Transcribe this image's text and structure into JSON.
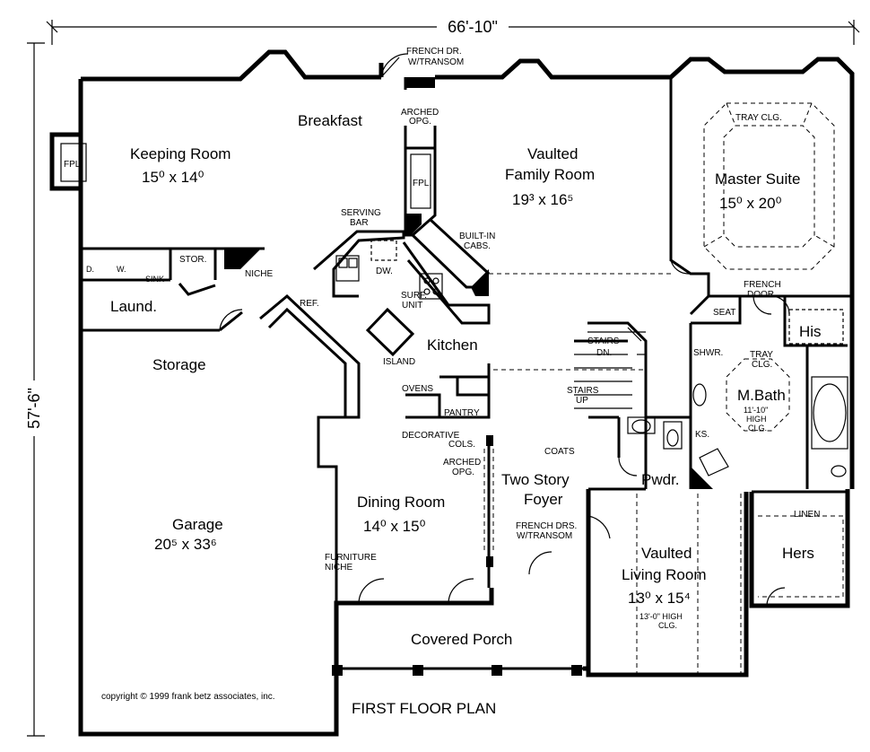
{
  "dimensions": {
    "width_label": "66'-10\"",
    "depth_label": "57'-6\""
  },
  "rooms": {
    "breakfast": "Breakfast",
    "keeping_room": "Keeping Room",
    "keeping_room_size": "15⁰ x 14⁰",
    "family_room_1": "Vaulted",
    "family_room_2": "Family Room",
    "family_room_size": "19³ x 16⁵",
    "master_suite": "Master Suite",
    "master_suite_size": "15⁰ x 20⁰",
    "laundry": "Laund.",
    "kitchen": "Kitchen",
    "storage": "Storage",
    "his": "His",
    "mbath": "M.Bath",
    "dining_room": "Dining Room",
    "dining_room_size": "14⁰ x 15⁰",
    "foyer_1": "Two Story",
    "foyer_2": "Foyer",
    "pwdr": "Pwdr.",
    "garage": "Garage",
    "garage_size": "20⁵ x 33⁶",
    "living_1": "Vaulted",
    "living_2": "Living Room",
    "living_size": "13⁰ x 15⁴",
    "hers": "Hers",
    "porch": "Covered Porch"
  },
  "notes": {
    "french_dr_1": "FRENCH DR.",
    "french_dr_2": "W/TRANSOM",
    "arched_1": "ARCHED",
    "arched_2": "OPG.",
    "tray_clg": "TRAY CLG.",
    "fpl": "FPL.",
    "fpl2": "FPL.",
    "serving_1": "SERVING",
    "serving_2": "BAR",
    "builtin_1": "BUILT-IN",
    "builtin_2": "CABS.",
    "dw": "DW.",
    "d": "D.",
    "w": "W.",
    "sink": "SINK",
    "stor": "STOR.",
    "niche": "NICHE",
    "surf_1": "SURF.",
    "surf_2": "UNIT",
    "ref": "REF.",
    "french_door_1": "FRENCH",
    "french_door_2": "DOOR",
    "seat": "SEAT",
    "island": "ISLAND",
    "stairs_dn_1": "STAIRS",
    "stairs_dn_2": "DN.",
    "shwr": "SHWR.",
    "tray_1": "TRAY",
    "tray_2": "CLG.",
    "stairs_up_1": "STAIRS",
    "stairs_up_2": "UP",
    "mbath_1": "11'-10\"",
    "mbath_2": "HIGH",
    "mbath_3": "CLG.",
    "ovens": "OVENS",
    "pantry": "PANTRY",
    "deco_1": "DECORATIVE",
    "deco_2": "COLS.",
    "coats": "COATS",
    "ks": "KS.",
    "arched2_1": "ARCHED",
    "arched2_2": "OPG.",
    "french_drs_1": "FRENCH DRS.",
    "french_drs_2": "W/TRANSOM",
    "linen": "LINEN",
    "furniture_1": "FURNITURE",
    "furniture_2": "NICHE",
    "living_clg_1": "13'-0\" HIGH",
    "living_clg_2": "CLG."
  },
  "copyright": "copyright © 1999 frank betz associates, inc.",
  "plan_title": "FIRST FLOOR PLAN"
}
